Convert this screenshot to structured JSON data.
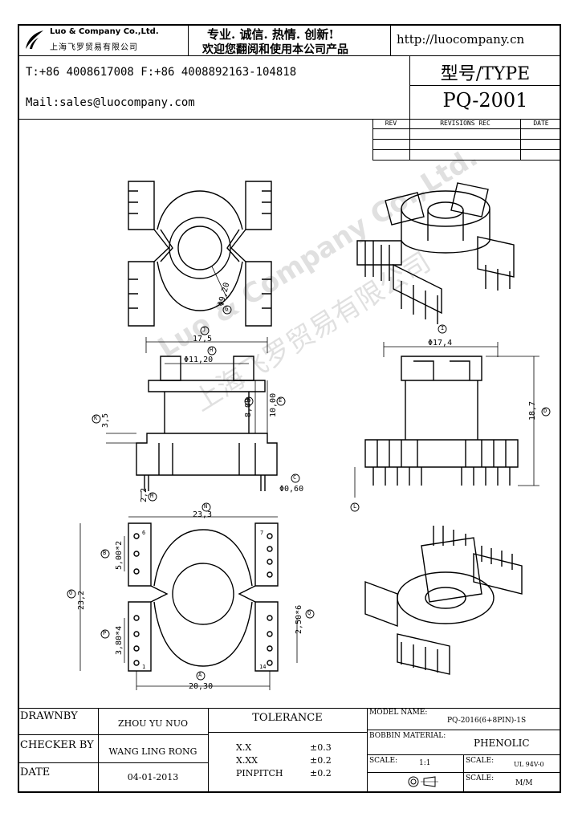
{
  "header": {
    "company_en": "Luo & Company Co.,Ltd.",
    "company_cn": "上海飞罗贸易有限公司",
    "slogan_line1": "专业. 诚信. 热情. 创新!",
    "slogan_line2": "欢迎您翻阅和使用本公司产品",
    "website": "http://luocompany.cn",
    "phone": "T:+86 4008617008 F:+86 4008892163-104818",
    "email": "Mail:sales@luocompany.com",
    "type_label": "型号/TYPE",
    "type_value": "PQ-2001"
  },
  "revisions": {
    "col_rev": "REV",
    "col_rec": "REVISIONS REC",
    "col_date": "DATE"
  },
  "watermark": {
    "line1": "Luo & Company Co.,Ltd.",
    "line2": "上海飞罗贸易有限公司"
  },
  "dimensions": {
    "top_view_dia": "Φ9,20",
    "top_view_mark": "G",
    "front_width": "17,5",
    "front_width_mark": "J",
    "front_inner_dia": "Φ11,20",
    "front_inner_mark": "H",
    "front_height1": "8,00",
    "front_height2": "10,00",
    "front_height1_mark": "F",
    "front_height2_mark": "E",
    "front_left_dim": "3,5",
    "front_left_mark": "K",
    "front_bottom_dim": "2,2",
    "front_bottom_mark": "M",
    "pin_dia": "Φ0,60",
    "pin_mark": "C",
    "side_width": "Φ17,4",
    "side_width_mark": "I",
    "side_height": "18,7",
    "side_height_mark": "D",
    "side_pin_mark": "L",
    "bottom_width": "23,3",
    "bottom_width_mark": "N",
    "bottom_height": "23,2",
    "bottom_height_mark": "O",
    "pitch1": "5,00*2",
    "pitch1_mark": "B",
    "pitch2": "3,80*4",
    "pitch2_mark": "P",
    "pitch3": "2,50*6",
    "pitch3_mark": "Q",
    "bottom_base": "20,30",
    "bottom_base_mark": "A",
    "pin_no_1": "1",
    "pin_no_6": "6",
    "pin_no_7": "7",
    "pin_no_14": "14"
  },
  "footer": {
    "drawn_by_label": "DRAWNBY",
    "drawn_by_value": "ZHOU YU NUO",
    "checker_label": "CHECKER BY",
    "checker_value": "WANG LING RONG",
    "date_label": "DATE",
    "date_value": "04-01-2013",
    "tolerance_label": "TOLERANCE",
    "tol_row1_label": "X.X",
    "tol_row1_value": "±0.3",
    "tol_row2_label": "X.XX",
    "tol_row2_value": "±0.2",
    "tol_row3_label": "PINPITCH",
    "tol_row3_value": "±0.2",
    "model_label": "MODEL NAME:",
    "model_value": "PQ-2016(6+8PIN)-1S",
    "material_label": "BOBBIN MATERIAL:",
    "material_value": "PHENOLIC",
    "scale_label": "SCALE:",
    "scale_value": "1:1",
    "scale2_label": "SCALE:",
    "scale2_value": "UL 94V-0",
    "scale3_label": "SCALE:",
    "scale3_value": "M/M"
  }
}
